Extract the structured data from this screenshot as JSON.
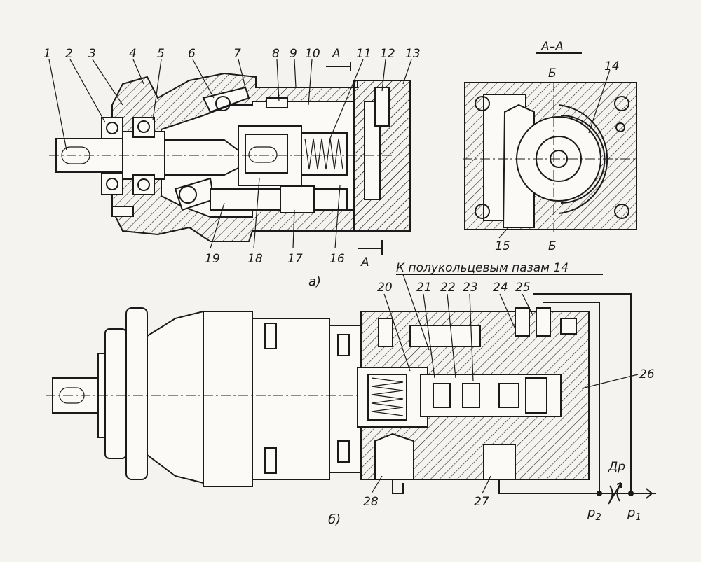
{
  "figure": {
    "part_a": {
      "caption": "а)",
      "labels": [
        "1",
        "2",
        "3",
        "4",
        "5",
        "6",
        "7",
        "8",
        "9",
        "10",
        "11",
        "12",
        "13",
        "19",
        "18",
        "17",
        "16"
      ],
      "section_mark": "А",
      "section_mark_bottom": "А"
    },
    "section_view": {
      "title": "А–А",
      "label_top": "Б",
      "label_bottom": "Б",
      "label_14": "14",
      "label_15": "15"
    },
    "part_b": {
      "caption": "б)",
      "note": "К полукольцевым пазам 14",
      "labels": [
        "20",
        "21",
        "22",
        "23",
        "24",
        "25",
        "26",
        "28",
        "27"
      ],
      "throttle": "Др",
      "p2": "p",
      "p2_sub": "2",
      "p1": "p",
      "p1_sub": "1"
    }
  }
}
